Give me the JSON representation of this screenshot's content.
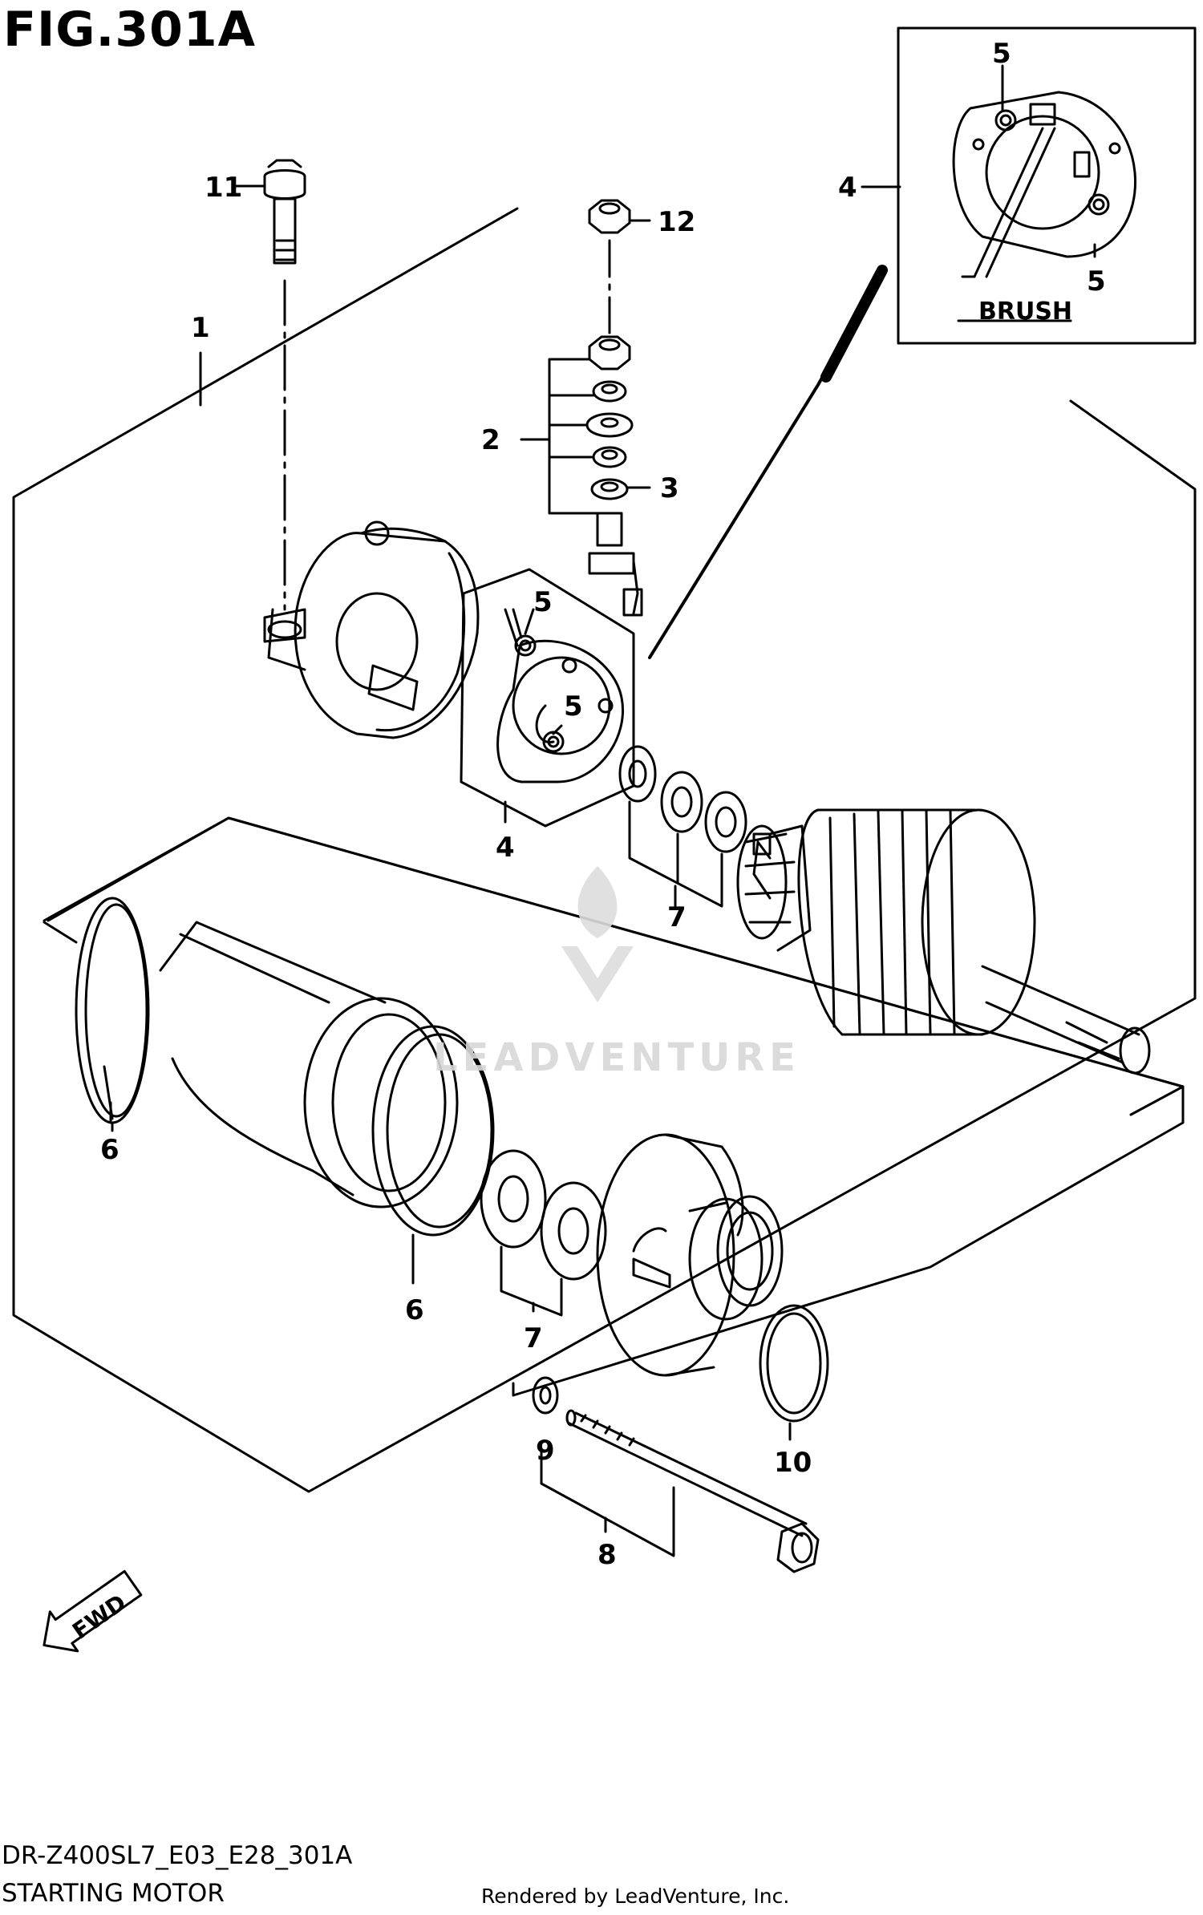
{
  "figure_title": "FIG.301A",
  "model_code": "DR-Z400SL7_E03_E28_301A",
  "section_title": "STARTING MOTOR",
  "rendered_by": "Rendered by LeadVenture, Inc.",
  "watermark": "LEADVENTURE",
  "fwd_label": "FWD",
  "inset": {
    "label": "BRUSH"
  },
  "callouts": {
    "c1": "1",
    "c2": "2",
    "c3": "3",
    "c4": "4",
    "c4b": "4",
    "c5a": "5",
    "c5b": "5",
    "c5c": "5",
    "c5d": "5",
    "c6a": "6",
    "c6b": "6",
    "c7a": "7",
    "c7b": "7",
    "c8": "8",
    "c9": "9",
    "c10": "10",
    "c11": "11",
    "c12": "12"
  }
}
